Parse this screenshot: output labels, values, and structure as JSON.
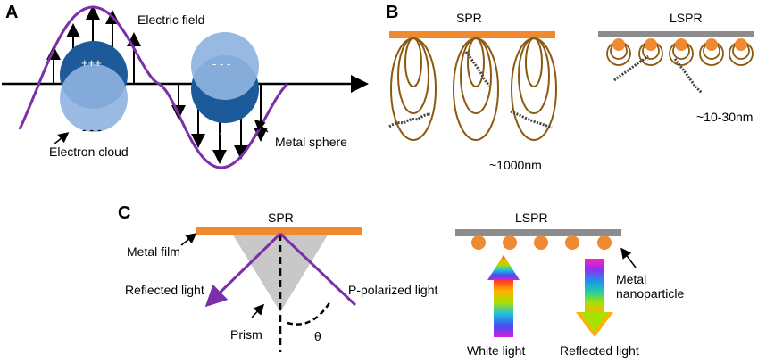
{
  "panels": {
    "a": "A",
    "b": "B",
    "c": "C"
  },
  "panel_a": {
    "electric_field": "Electric field",
    "electron_cloud": "Electron cloud",
    "metal_sphere": "Metal sphere",
    "plus_left": "+++",
    "minus_left": "- - -",
    "minus_right": "- - -",
    "plus_right": "+++"
  },
  "panel_b": {
    "spr": "SPR",
    "lspr": "LSPR",
    "spr_size": "~1000nm",
    "lspr_size": "~10-30nm"
  },
  "panel_c": {
    "spr": "SPR",
    "lspr": "LSPR",
    "metal_film": "Metal film",
    "reflected_light_left": "Reflected light",
    "p_polarized_light": "P-polarized light",
    "prism": "Prism",
    "theta": "θ",
    "metal": "Metal",
    "nanoparticle": "nanoparticle",
    "white_light": "White light",
    "reflected_light_right": "Reflected light"
  },
  "colors": {
    "wave": "#7b2fa8",
    "sphere_dark": "#1d5a9a",
    "sphere_light": "#8fb3e0",
    "film_orange": "#f08a30",
    "film_gray": "#8c8c8c",
    "loop_brown": "#8b5a10",
    "prism_gray": "#c8c8c8"
  }
}
